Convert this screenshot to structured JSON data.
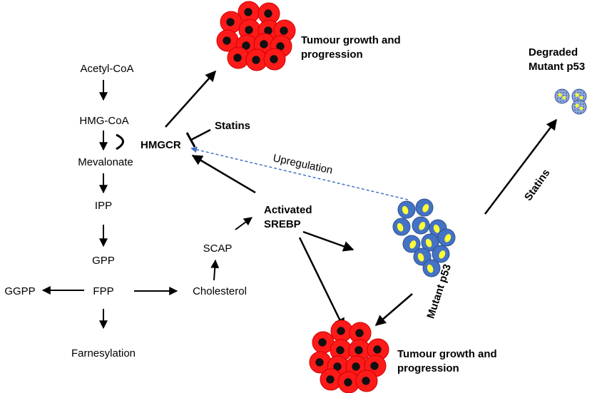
{
  "pathway": {
    "acetyl_coa": "Acetyl-CoA",
    "hmg_coa": "HMG-CoA",
    "mevalonate": "Mevalonate",
    "ipp": "IPP",
    "gpp": "GPP",
    "fpp": "FPP",
    "ggpp": "GGPP",
    "farnesylation": "Farnesylation",
    "cholesterol": "Cholesterol",
    "scap": "SCAP"
  },
  "hmgcr": "HMGCR",
  "statins_inhibitor": "Statins",
  "upregulation": "Upregulation",
  "srebp": {
    "line1": "Activated",
    "line2": "SREBP"
  },
  "mutant_p53": "Mutant p53",
  "statins_degrade": "Statins",
  "degraded": {
    "line1": "Degraded",
    "line2": "Mutant p53"
  },
  "tumour_top": {
    "line1": "Tumour growth and",
    "line2": "progression"
  },
  "tumour_bottom": {
    "line1": "Tumour growth and",
    "line2": "progression"
  },
  "colors": {
    "tumour_cell": "#ff1a1a",
    "tumour_nucleus": "#111111",
    "p53_cell": "#4472c4",
    "p53_nucleus": "#ffff33",
    "upregulation_arrow": "#4472c4",
    "degraded_cell": "#8fa8d8"
  }
}
